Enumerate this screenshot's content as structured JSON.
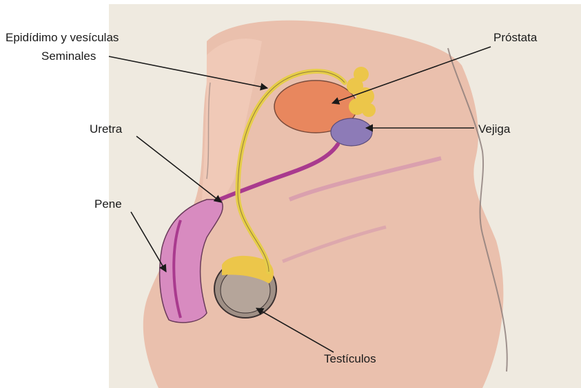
{
  "labels": {
    "epididimo_line1": "Epidídimo y vesículas",
    "epididimo_line2": "Seminales",
    "prostata": "Próstata",
    "uretra": "Uretra",
    "vejiga": "Vejiga",
    "pene": "Pene",
    "testiculos": "Testículos"
  },
  "colors": {
    "background_paper": "#efeae0",
    "skin": "#e9b8a3",
    "bladder": "#e8875e",
    "prostate": "#ecc64a",
    "vejiga_marker": "#8d7bb7",
    "vas_deferens": "#e6cd4a",
    "urethra": "#a93a8e",
    "penis": "#c56aa8",
    "testicle": "#9f8f85",
    "line": "#1a1a1a"
  }
}
